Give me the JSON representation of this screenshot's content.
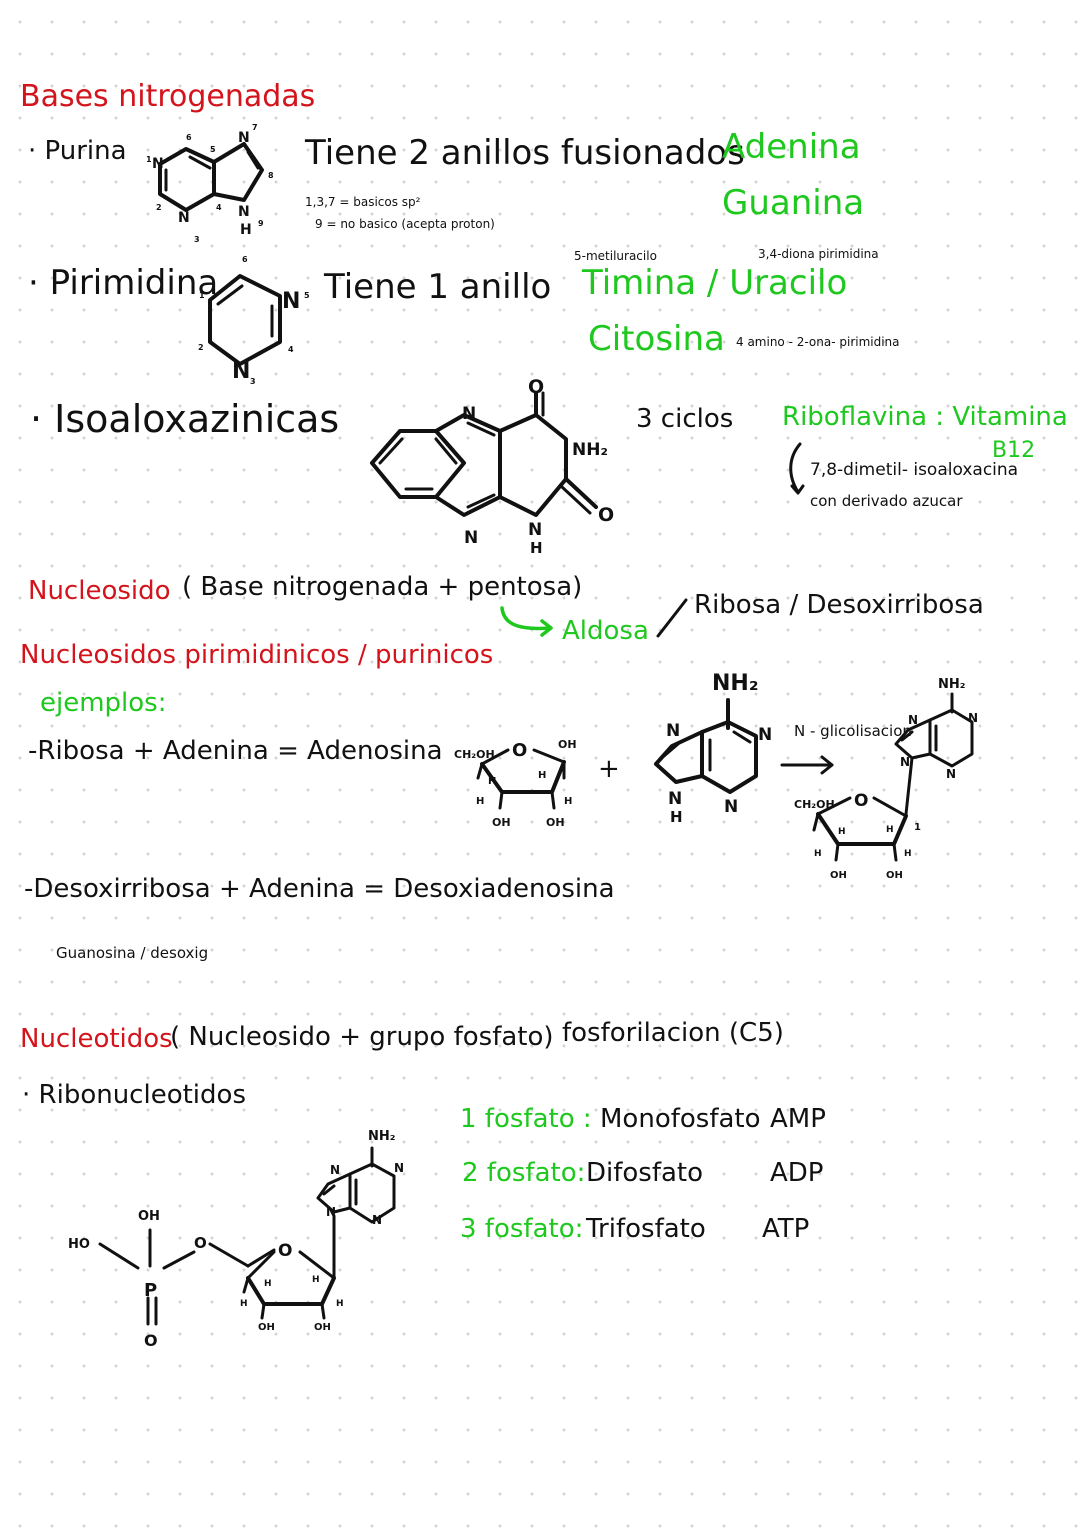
{
  "bases": {
    "title": "Bases nitrogenadas",
    "purina": {
      "label": "· Purina",
      "desc": "Tiene 2 anillos fusionados",
      "note1": "1,3,7 = basicos sp²",
      "note2": "9 = no basico (acepta proton)",
      "examples": [
        "Adenina",
        "Guanina"
      ]
    },
    "pirimidina": {
      "label": "· Pirimidina",
      "desc": "Tiene 1 anillo",
      "note_timina": "5-metiluracilo",
      "note_uracilo": "3,4-diona pirimidina",
      "examples_line": "Timina / Uracilo",
      "citosina": "Citosina",
      "note_citosina": "4 amino - 2-ona- pirimidina"
    },
    "isoaloxazinicas": {
      "label": "· Isoaloxazinicas",
      "desc": "3 ciclos",
      "example": "Riboflavina : Vitamina",
      "example_sub": "B12",
      "note1": "7,8-dimetil- isoaloxacina",
      "note2": "con derivado azucar"
    }
  },
  "nucleosido": {
    "title": "Nucleosido",
    "def": "( Base nitrogenada + pentosa)",
    "aldosa": "Aldosa",
    "sugars": "Ribosa / Desoxirribosa",
    "subtitle": "Nucleosidos pirimidinicos / purinicos",
    "examples_label": "ejemplos:",
    "ex1": "-Ribosa + Adenina = Adenosina",
    "reaction_label": "N - glicolisacion",
    "ex2": "-Desoxirribosa + Adenina = Desoxiadenosina",
    "note": "Guanosina / desoxig"
  },
  "nucleotidos": {
    "title": "Nucleotidos",
    "def": "( Nucleosido + grupo fosfato)",
    "process": "fosforilacion (C5)",
    "ribo": "· Ribonucleotidos",
    "rows": [
      {
        "num": "1 fosfato :",
        "name": "Monofosfato",
        "abbr": "AMP"
      },
      {
        "num": "2 fosfato:",
        "name": "Difosfato",
        "abbr": "ADP"
      },
      {
        "num": "3 fosfato:",
        "name": "Trifosfato",
        "abbr": "ATP"
      }
    ]
  },
  "structure_labels": {
    "N": "N",
    "NH": "N",
    "H": "H",
    "O": "O",
    "OH": "OH",
    "HO": "HO",
    "NH2": "NH₂",
    "CH2OH": "CH₂OH",
    "P": "P",
    "nums_purina": [
      "1",
      "2",
      "3",
      "4",
      "5",
      "6",
      "7",
      "8",
      "9"
    ],
    "nums_pirimidina": [
      "1",
      "2",
      "3",
      "4",
      "5",
      "6"
    ]
  },
  "colors": {
    "red": "#d4141c",
    "green": "#1ec81e",
    "ink": "#111111"
  }
}
